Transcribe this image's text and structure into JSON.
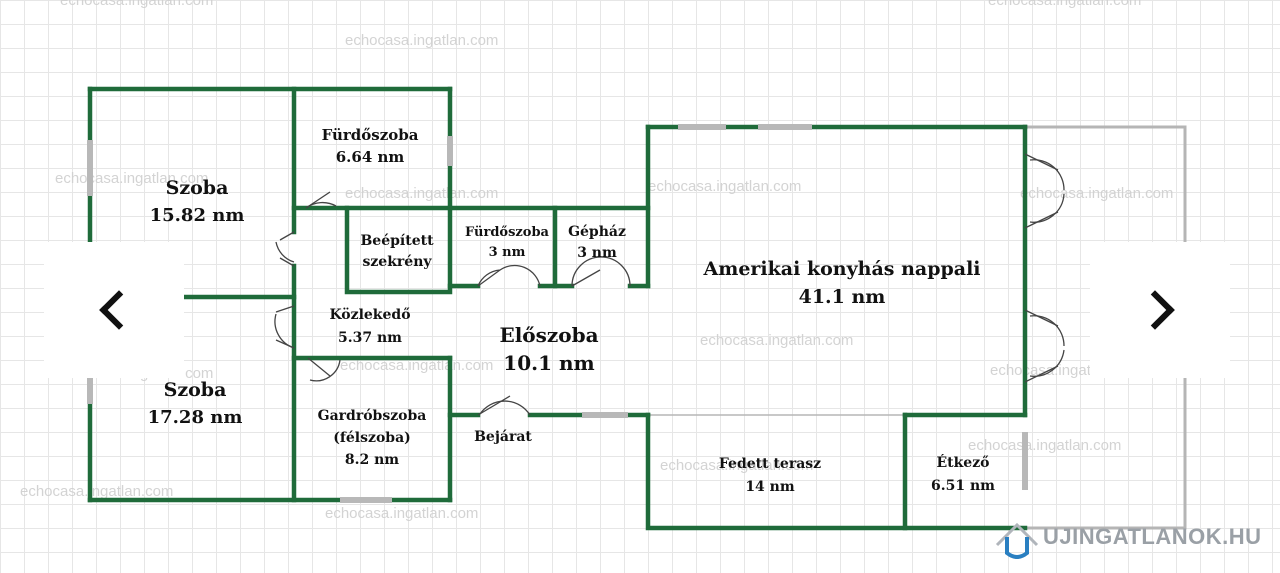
{
  "rooms": [
    {
      "id": "szoba1",
      "name": "Szoba",
      "area": "15.82 nm"
    },
    {
      "id": "furdo1",
      "name": "Fürdőszoba",
      "area": "6.64 nm"
    },
    {
      "id": "szekreny",
      "name": "Beépített",
      "area": "szekrény"
    },
    {
      "id": "furdo2",
      "name": "Fürdőszoba",
      "area": "3 nm"
    },
    {
      "id": "gephaz",
      "name": "Gépház",
      "area": "3 nm"
    },
    {
      "id": "nappali",
      "name": "Amerikai konyhás nappali",
      "area": "41.1 nm"
    },
    {
      "id": "kozlekedo",
      "name": "Közlekedő",
      "area": "5.37 nm"
    },
    {
      "id": "eloszoba",
      "name": "Előszoba",
      "area": "10.1 nm"
    },
    {
      "id": "szoba2",
      "name": "Szoba",
      "area": "17.28 nm"
    },
    {
      "id": "gardrob",
      "name": "Gardróbszoba",
      "name2": "(félszoba)",
      "area": "8.2 nm"
    },
    {
      "id": "terasz",
      "name": "Fedett terasz",
      "area": "14 nm"
    },
    {
      "id": "etkezo",
      "name": "Étkező",
      "area": "6.51 nm"
    }
  ],
  "entrance_label": "Bejárat",
  "watermark": "echocasa.ingatlan.com",
  "brand": {
    "name": "UJINGATLANOK.HU",
    "color": "#2a7fc1"
  },
  "colors": {
    "wall": "#1f6b3a",
    "window": "#b8b8b8"
  },
  "nav": {
    "prev_icon": "chevron-left-icon",
    "next_icon": "chevron-right-icon"
  }
}
